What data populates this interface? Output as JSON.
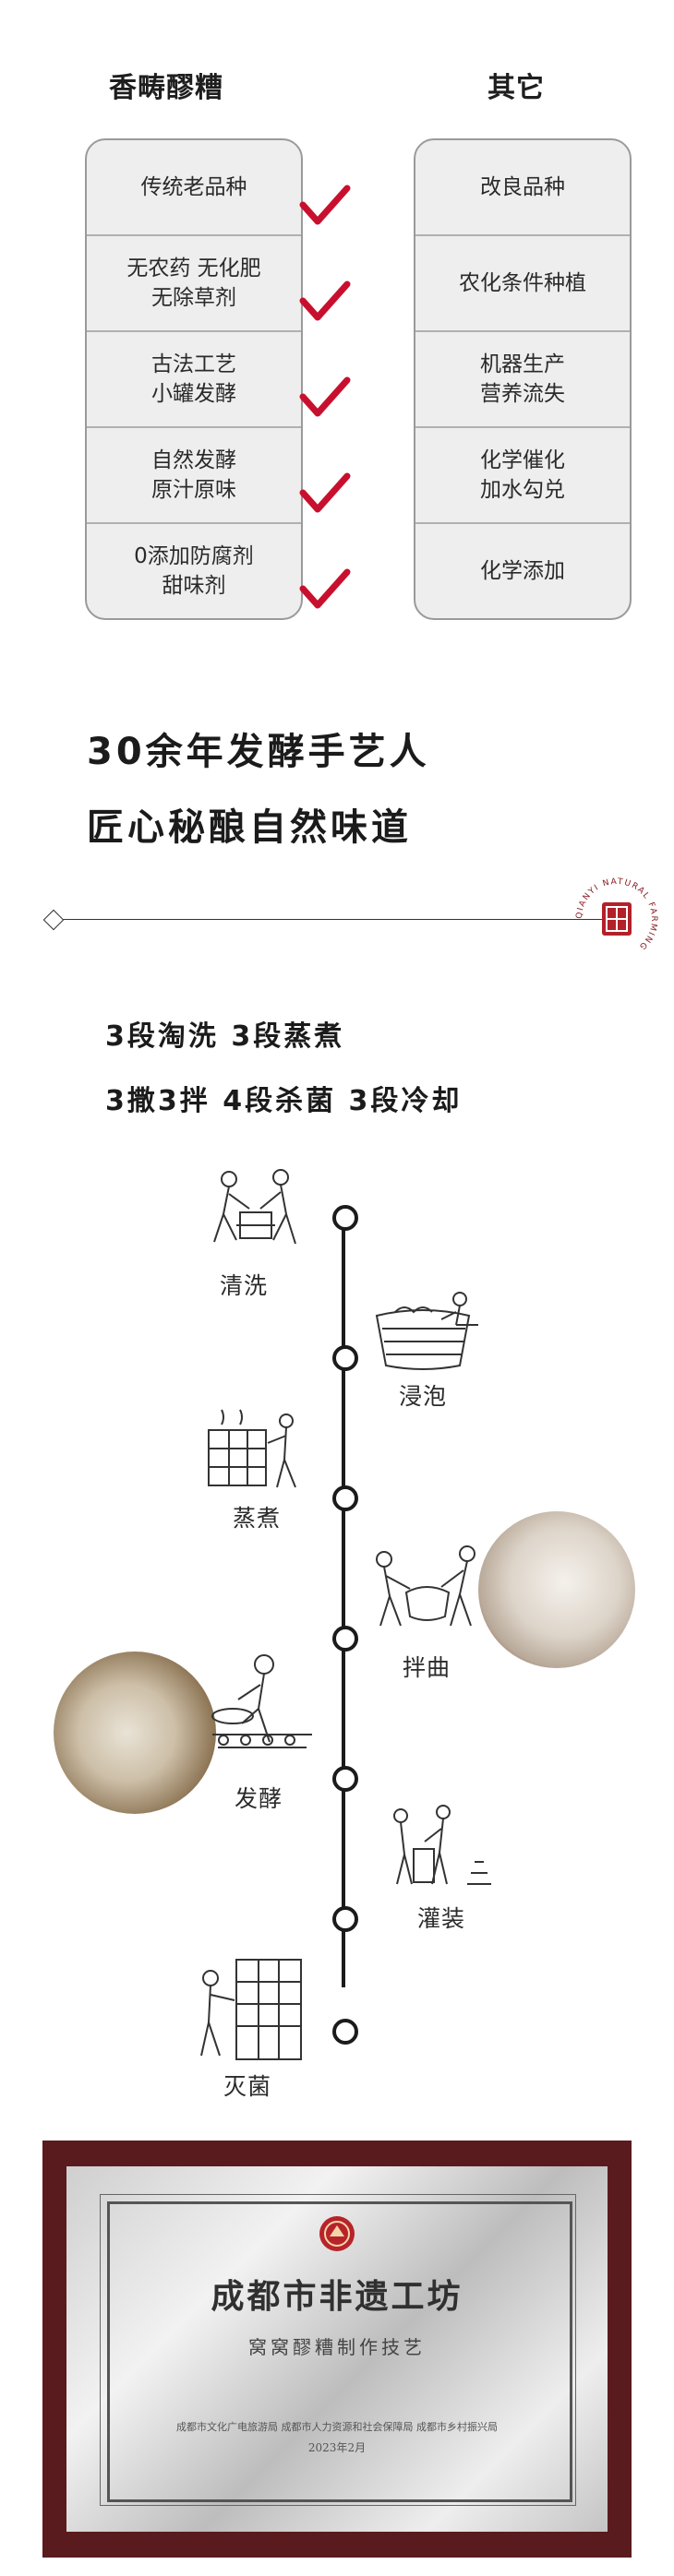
{
  "comparison": {
    "left_title": "香畴醪糟",
    "right_title": "其它",
    "left_items": [
      "传统老品种",
      "无农药 无化肥\n无除草剂",
      "古法工艺\n小罐发酵",
      "自然发酵\n原汁原味",
      "0添加防腐剂\n甜味剂"
    ],
    "right_items": [
      "改良品种",
      "农化条件种植",
      "机器生产\n营养流失",
      "化学催化\n加水勾兑",
      "化学添加"
    ],
    "check_color": "#c8102e"
  },
  "slogan": {
    "line1": "30余年发酵手艺人",
    "line2": "匠心秘酿自然味道"
  },
  "seal": {
    "ring_text": "QIANYI NATURAL FARMING"
  },
  "process": {
    "line1": "3段淘洗 3段蒸煮",
    "line2": "3撒3拌  4段杀菌  3段冷却"
  },
  "timeline": {
    "steps": [
      "清洗",
      "浸泡",
      "蒸煮",
      "拌曲",
      "发酵",
      "灌装",
      "灭菌"
    ]
  },
  "plaque": {
    "title": "成都市非遗工坊",
    "subtitle": "窝窝醪糟制作技艺",
    "issuers": "成都市文化广电旅游局  成都市人力资源和社会保障局  成都市乡村振兴局",
    "date": "2023年2月",
    "frame_color": "#5a1b1e"
  }
}
